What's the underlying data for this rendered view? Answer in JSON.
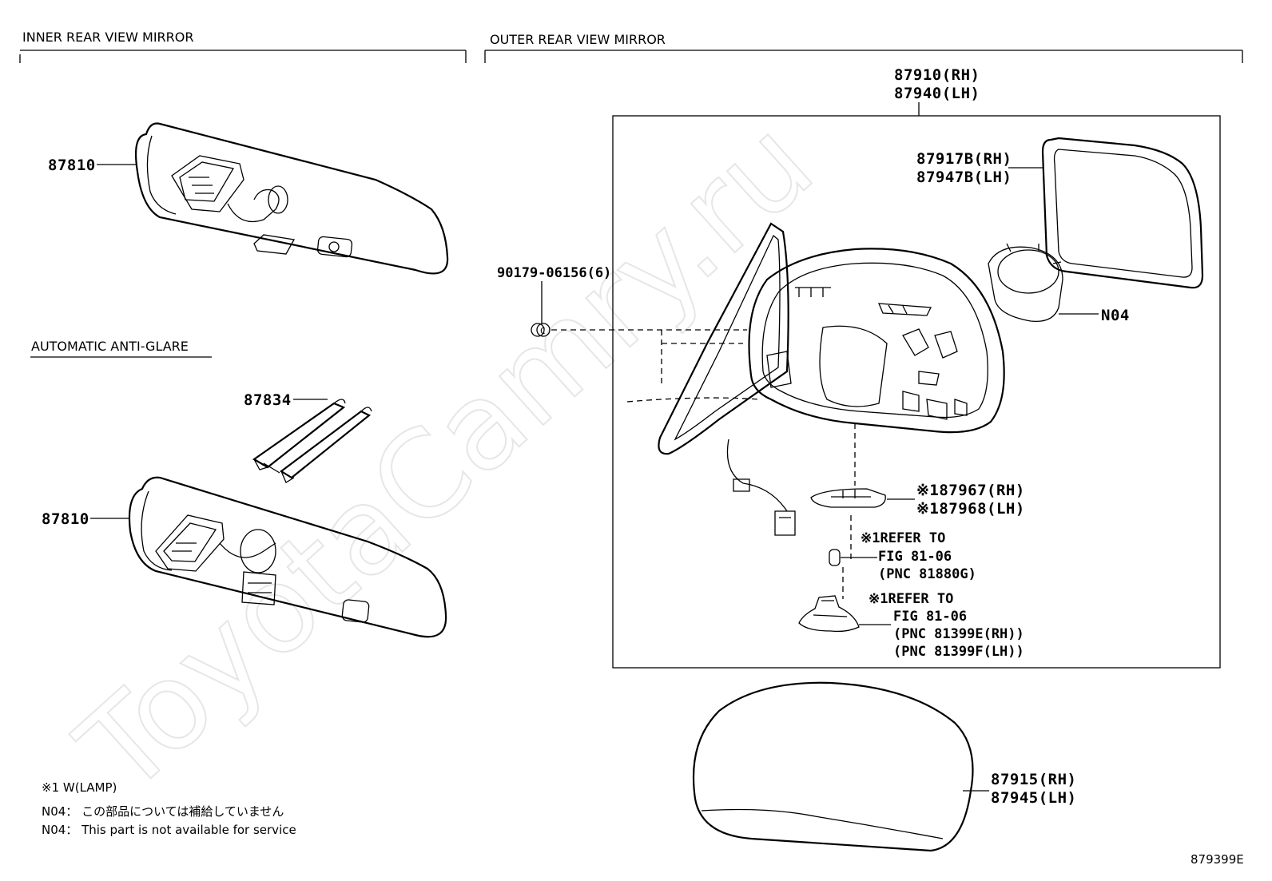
{
  "watermark": "ToyotaCamry.ru",
  "sections": {
    "inner": "INNER REAR VIEW MIRROR",
    "outer": "OUTER REAR VIEW MIRROR",
    "auto_anti_glare": "AUTOMATIC ANTI-GLARE"
  },
  "parts": {
    "inner_mirror_top": "87810",
    "inner_mirror_bottom": "87810",
    "cover_87834": "87834",
    "screw": "90179-06156(6)",
    "assy_rh": "87910(RH)",
    "assy_lh": "87940(LH)",
    "glass_rh": "87917B(RH)",
    "glass_lh": "87947B(LH)",
    "motor": "N04",
    "lamp_rh": "※187967(RH)",
    "lamp_lh": "※187968(LH)",
    "bulb_ref1": "※1REFER TO",
    "bulb_ref2": "FIG 81-06",
    "bulb_ref3": "(PNC 81880G)",
    "socket_ref1": "※1REFER TO",
    "socket_ref2": "FIG 81-06",
    "socket_ref3": "(PNC 81399E(RH))",
    "socket_ref4": "(PNC 81399F(LH))",
    "cover_rh": "87915(RH)",
    "cover_lh": "87945(LH)"
  },
  "notes": {
    "lamp": "※1 W(LAMP)",
    "n04_jp": "N04： この部品については補給していません",
    "n04_en": "N04： This part is not available for service"
  },
  "figure_id": "879399E"
}
